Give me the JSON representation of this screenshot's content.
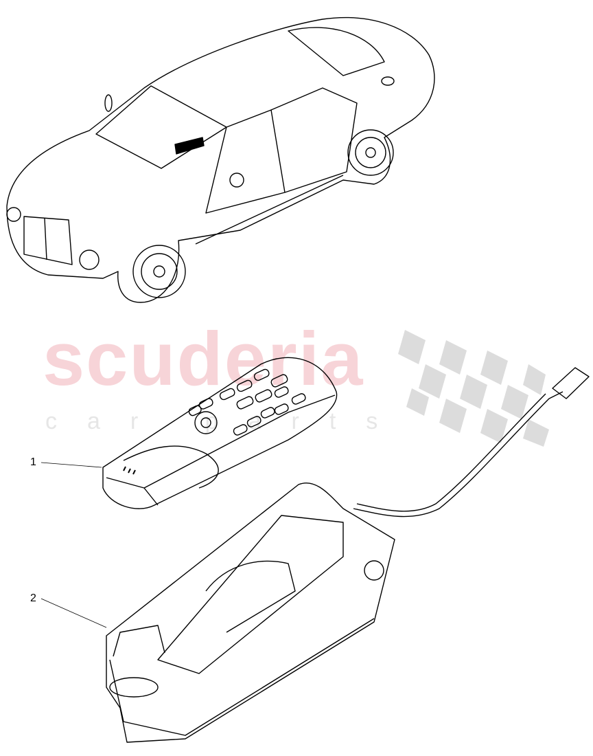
{
  "watermark": {
    "brand": "scuderia",
    "tagline": "car parts",
    "brand_color": "#f7d4d8",
    "tagline_color": "#e6e6e6"
  },
  "callouts": [
    {
      "number": "1",
      "part": "remote-handset"
    },
    {
      "number": "2",
      "part": "handset-cradle"
    }
  ],
  "colors": {
    "line": "#000000",
    "checker": "#dcdcdc"
  }
}
